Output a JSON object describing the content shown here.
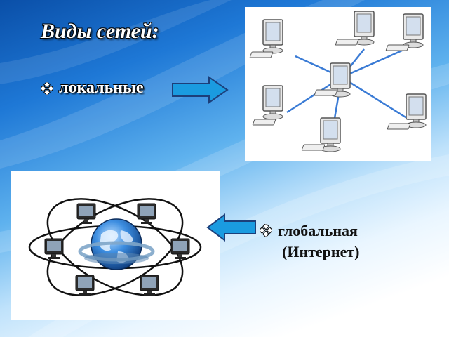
{
  "slide": {
    "title": "Виды сетей:",
    "bullets": [
      {
        "label": "локальные"
      },
      {
        "label_line1": "глобальная",
        "label_line2": "(Интернет)"
      }
    ]
  },
  "colors": {
    "arrow_fill": "#1a9be0",
    "arrow_stroke": "#1c3f7a",
    "title_text": "#ffffff",
    "body_text": "#111111",
    "network_link": "#3a7bd5",
    "globe": "#1f5fa8"
  },
  "icons": {
    "bullet": "diamond-bullet-icon",
    "right_arrow": "arrow-right-icon",
    "left_arrow": "arrow-left-icon",
    "lan": "local-network-diagram",
    "wan": "global-network-diagram"
  }
}
